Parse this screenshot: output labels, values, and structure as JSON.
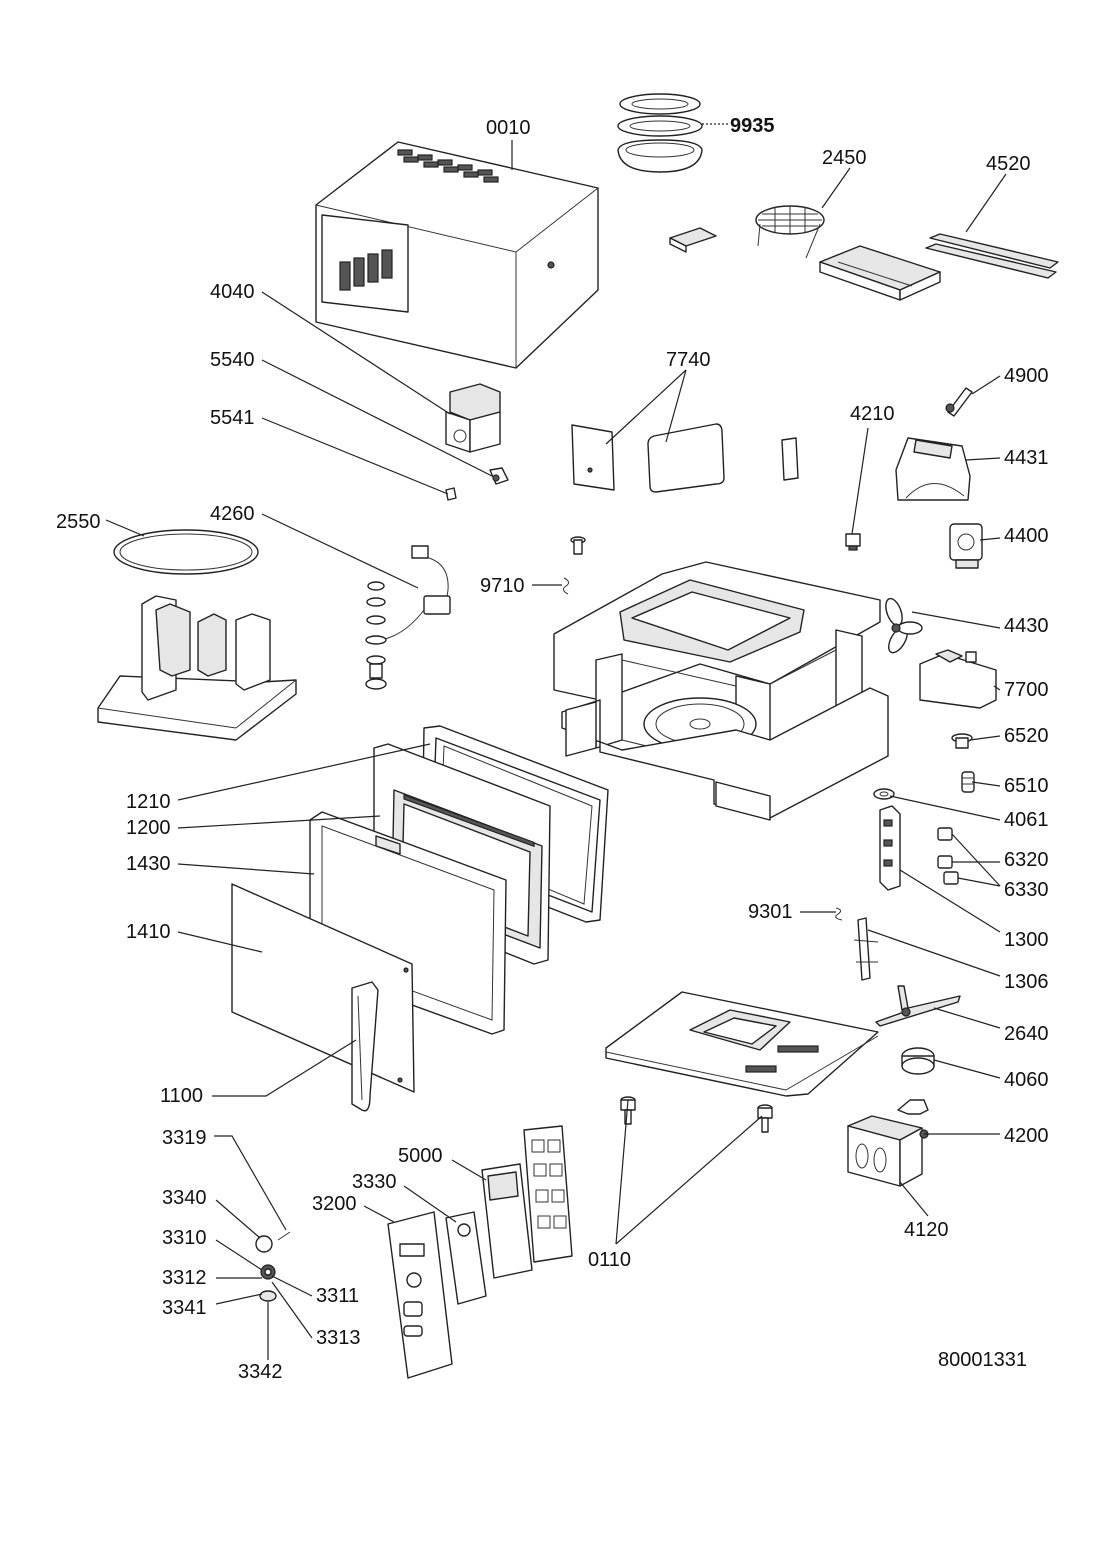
{
  "diagram": {
    "drawing_number": "80001331",
    "callouts": {
      "c0010": "0010",
      "c9935": "9935",
      "c2450": "2450",
      "c4520": "4520",
      "c4040": "4040",
      "c5540": "5540",
      "c5541": "5541",
      "c7740": "7740",
      "c4900": "4900",
      "c4210": "4210",
      "c4431": "4431",
      "c2550": "2550",
      "c4260": "4260",
      "c4400": "4400",
      "c9710": "9710",
      "c4430": "4430",
      "c7700": "7700",
      "c6520": "6520",
      "c6510": "6510",
      "c1210": "1210",
      "c4061": "4061",
      "c1200": "1200",
      "c6320": "6320",
      "c1430": "1430",
      "c6330": "6330",
      "c9301": "9301",
      "c1410": "1410",
      "c1300": "1300",
      "c1306": "1306",
      "c2640": "2640",
      "c4060": "4060",
      "c1100": "1100",
      "c3319": "3319",
      "c4200": "4200",
      "c5000": "5000",
      "c3330": "3330",
      "c3340": "3340",
      "c3200": "3200",
      "c4120": "4120",
      "c3310": "3310",
      "c0110": "0110",
      "c3312": "3312",
      "c3311": "3311",
      "c3341": "3341",
      "c3313": "3313",
      "c3342": "3342"
    }
  }
}
